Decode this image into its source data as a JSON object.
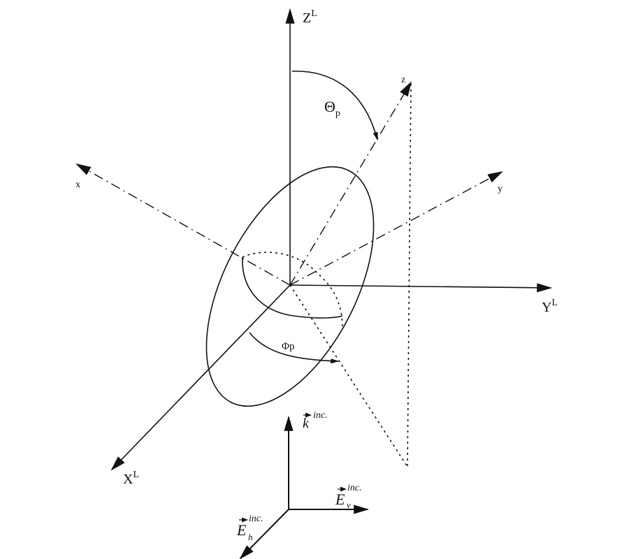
{
  "diagram": {
    "type": "coordinate-frame-diagram",
    "description": "Laboratory frame (X^L, Y^L, Z^L) and particle frame (x, y, z) with an elliptical disc; orientation angles Theta_p and Phi_p; incident wave vectors k, E_v, E_h",
    "lab_axes": {
      "z": {
        "base": "Z",
        "sup": "L"
      },
      "y": {
        "base": "Y",
        "sup": "L"
      },
      "x": {
        "base": "X",
        "sup": "L"
      }
    },
    "particle_axes": {
      "x": "x",
      "y": "y",
      "z": "z"
    },
    "angles": {
      "theta": {
        "symbol": "Θ",
        "sub": "p"
      },
      "phi": {
        "symbol": "Φp"
      }
    },
    "incident": {
      "k": {
        "base": "k",
        "sup": "inc."
      },
      "ev": {
        "base": "E",
        "sub": "v",
        "sup": "inc."
      },
      "eh": {
        "base": "E",
        "sub": "h",
        "sup": "inc."
      }
    },
    "colors": {
      "line": "#111111",
      "background": "#ffffff"
    }
  }
}
